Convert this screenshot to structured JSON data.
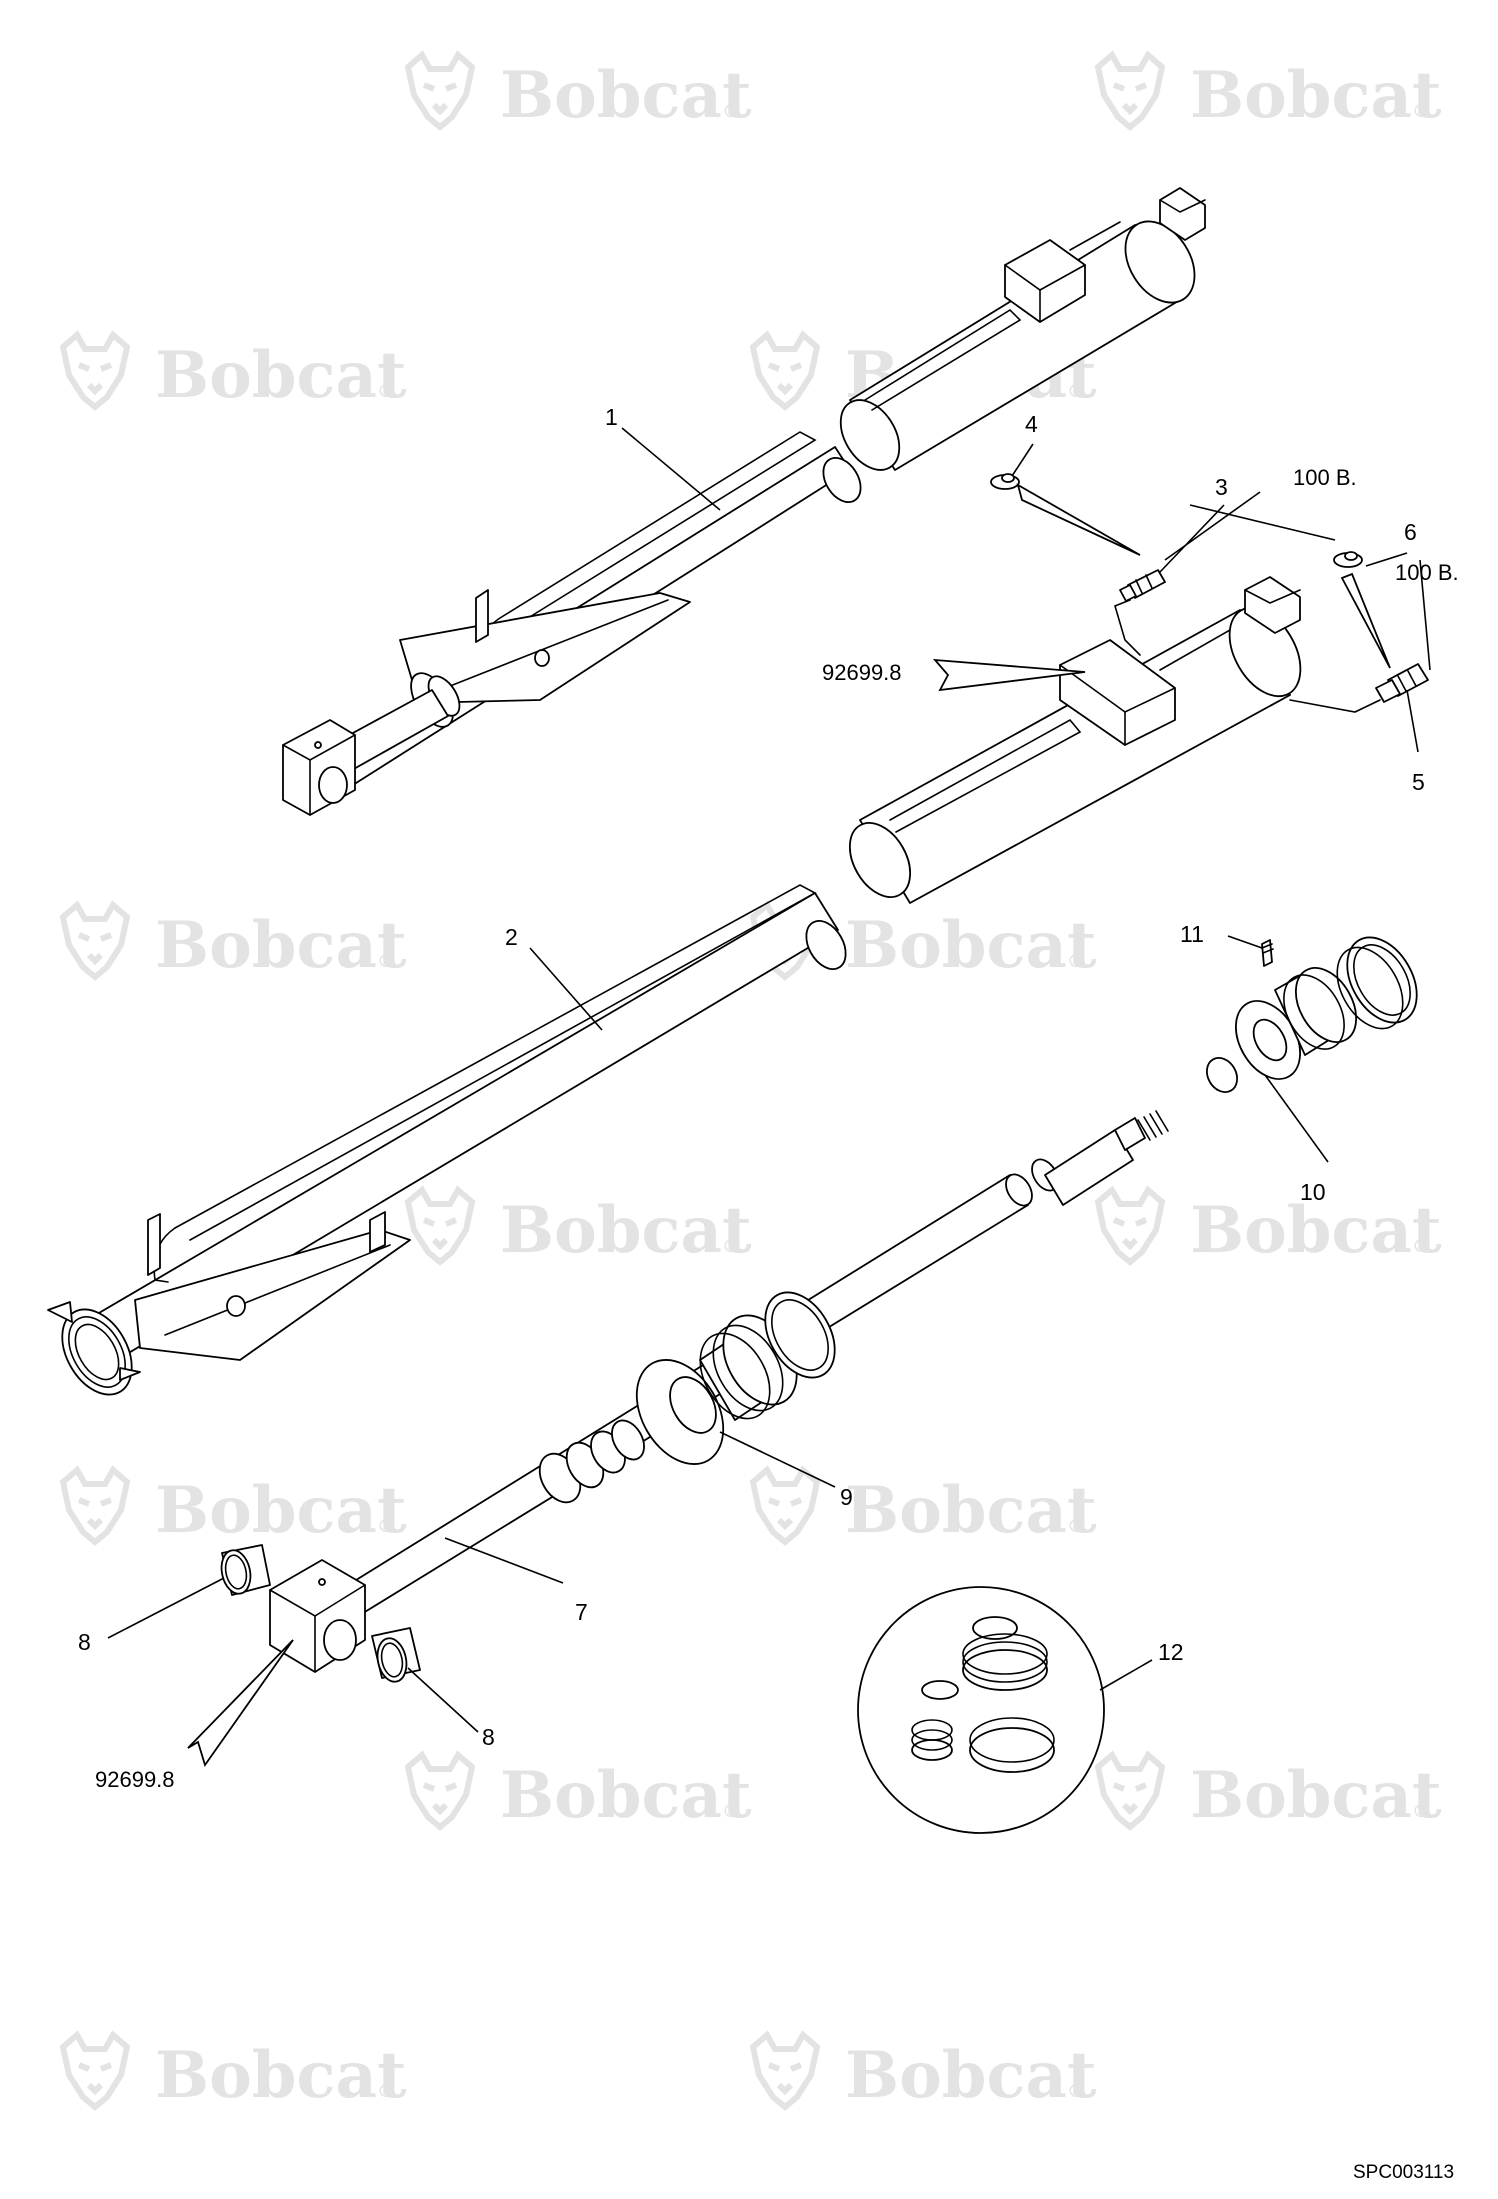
{
  "watermark": {
    "brand_text": "Bobcat",
    "registered_mark": "®",
    "logo_icon": "bobcat-head-icon"
  },
  "callouts": [
    {
      "id": "1",
      "label": "1"
    },
    {
      "id": "2",
      "label": "2"
    },
    {
      "id": "3",
      "label": "3"
    },
    {
      "id": "4",
      "label": "4"
    },
    {
      "id": "5",
      "label": "5"
    },
    {
      "id": "6",
      "label": "6"
    },
    {
      "id": "7",
      "label": "7"
    },
    {
      "id": "8a",
      "label": "8"
    },
    {
      "id": "8b",
      "label": "8"
    },
    {
      "id": "9",
      "label": "9"
    },
    {
      "id": "10",
      "label": "10"
    },
    {
      "id": "11",
      "label": "11"
    },
    {
      "id": "12",
      "label": "12"
    }
  ],
  "torque_notes": {
    "fitting_3": "100 B.",
    "fitting_5": "100 B."
  },
  "lubricant_refs": {
    "top": "92699.8",
    "bottom": "92699.8"
  },
  "drawing_code": "SPC003113"
}
